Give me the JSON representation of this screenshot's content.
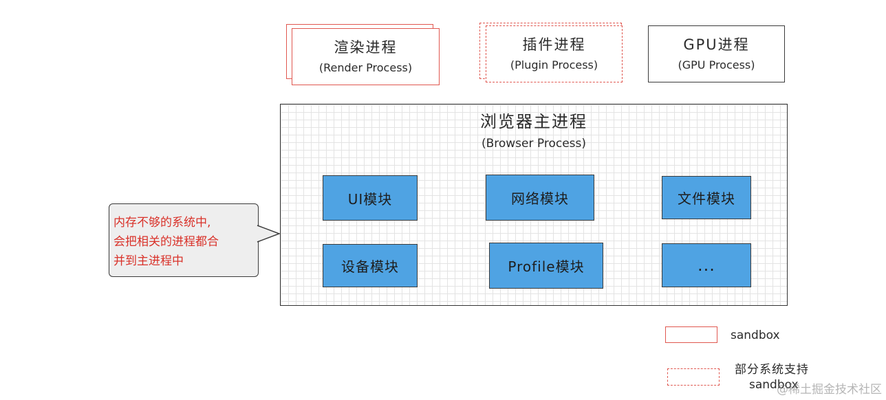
{
  "processes": {
    "render": {
      "title": "渲染进程",
      "subtitle": "(Render Process)"
    },
    "plugin": {
      "title": "插件进程",
      "subtitle": "(Plugin Process)"
    },
    "gpu": {
      "title": "GPU进程",
      "subtitle": "(GPU Process)"
    }
  },
  "browser": {
    "title": "浏览器主进程",
    "subtitle": "(Browser Process)",
    "modules": {
      "ui": "UI模块",
      "network": "网络模块",
      "file": "文件模块",
      "device": "设备模块",
      "profile": "Profile模块",
      "more": "..."
    }
  },
  "callout": {
    "lines": [
      "内存不够的系统中,",
      "会把相关的进程都合",
      "并到主进程中"
    ]
  },
  "legend": {
    "solid_label": "sandbox",
    "dashed_label_line1": "部分系统支持",
    "dashed_label_line2": "sandbox"
  },
  "watermark": "@稀土掘金技术社区",
  "colors": {
    "sandbox_border": "#e0574f",
    "module_fill": "#4fa3e3",
    "callout_text": "#d9322a",
    "callout_fill": "#eeeeee"
  }
}
